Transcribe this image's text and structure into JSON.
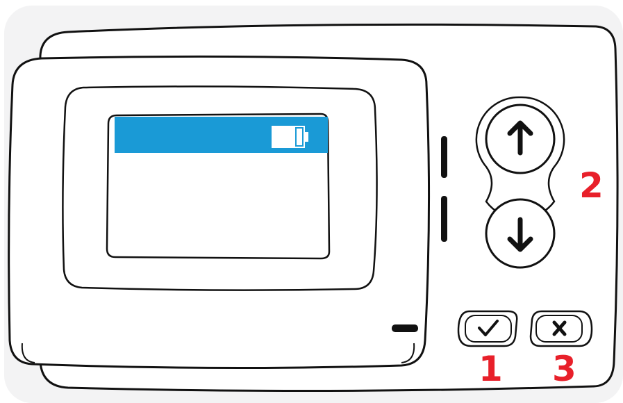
{
  "device": {
    "screen": {
      "header_color": "#1a9ad6",
      "battery_icon": "battery-icon"
    },
    "buttons": {
      "up": {
        "icon": "arrow-up-icon"
      },
      "down": {
        "icon": "arrow-down-icon"
      },
      "confirm": {
        "icon": "checkmark-icon"
      },
      "cancel": {
        "icon": "close-x-icon"
      }
    }
  },
  "callouts": {
    "confirm_number": "1",
    "arrows_number": "2",
    "cancel_number": "3",
    "color": "#e8202a"
  }
}
